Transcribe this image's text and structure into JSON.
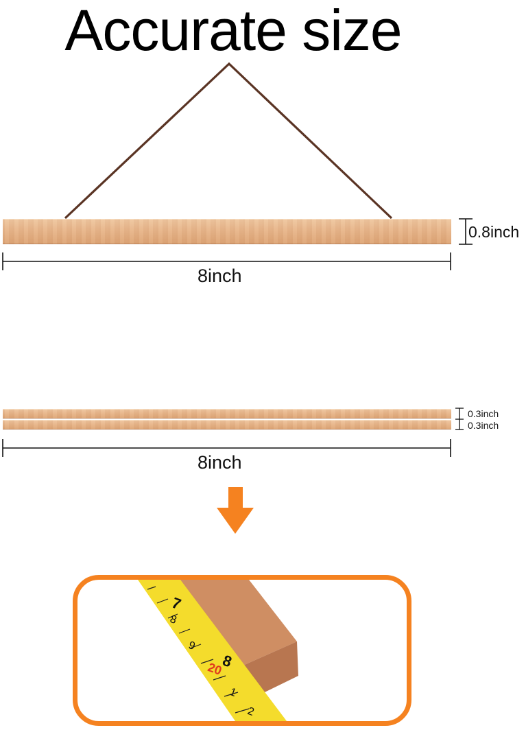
{
  "title": "Accurate size",
  "dimensions": {
    "bar_height": "0.8inch",
    "bar_length": "8inch",
    "strip_top": "0.3inch",
    "strip_bottom": "0.3inch",
    "strip_length": "8inch"
  },
  "tape_numbers": [
    "7",
    "8",
    "9",
    "20",
    "8",
    "1",
    "2"
  ],
  "colors": {
    "arrow": "#f58220",
    "frame": "#f58220",
    "cord": "#5a3424",
    "wood": "#e7b58a",
    "tape": "#f4dc2c"
  }
}
